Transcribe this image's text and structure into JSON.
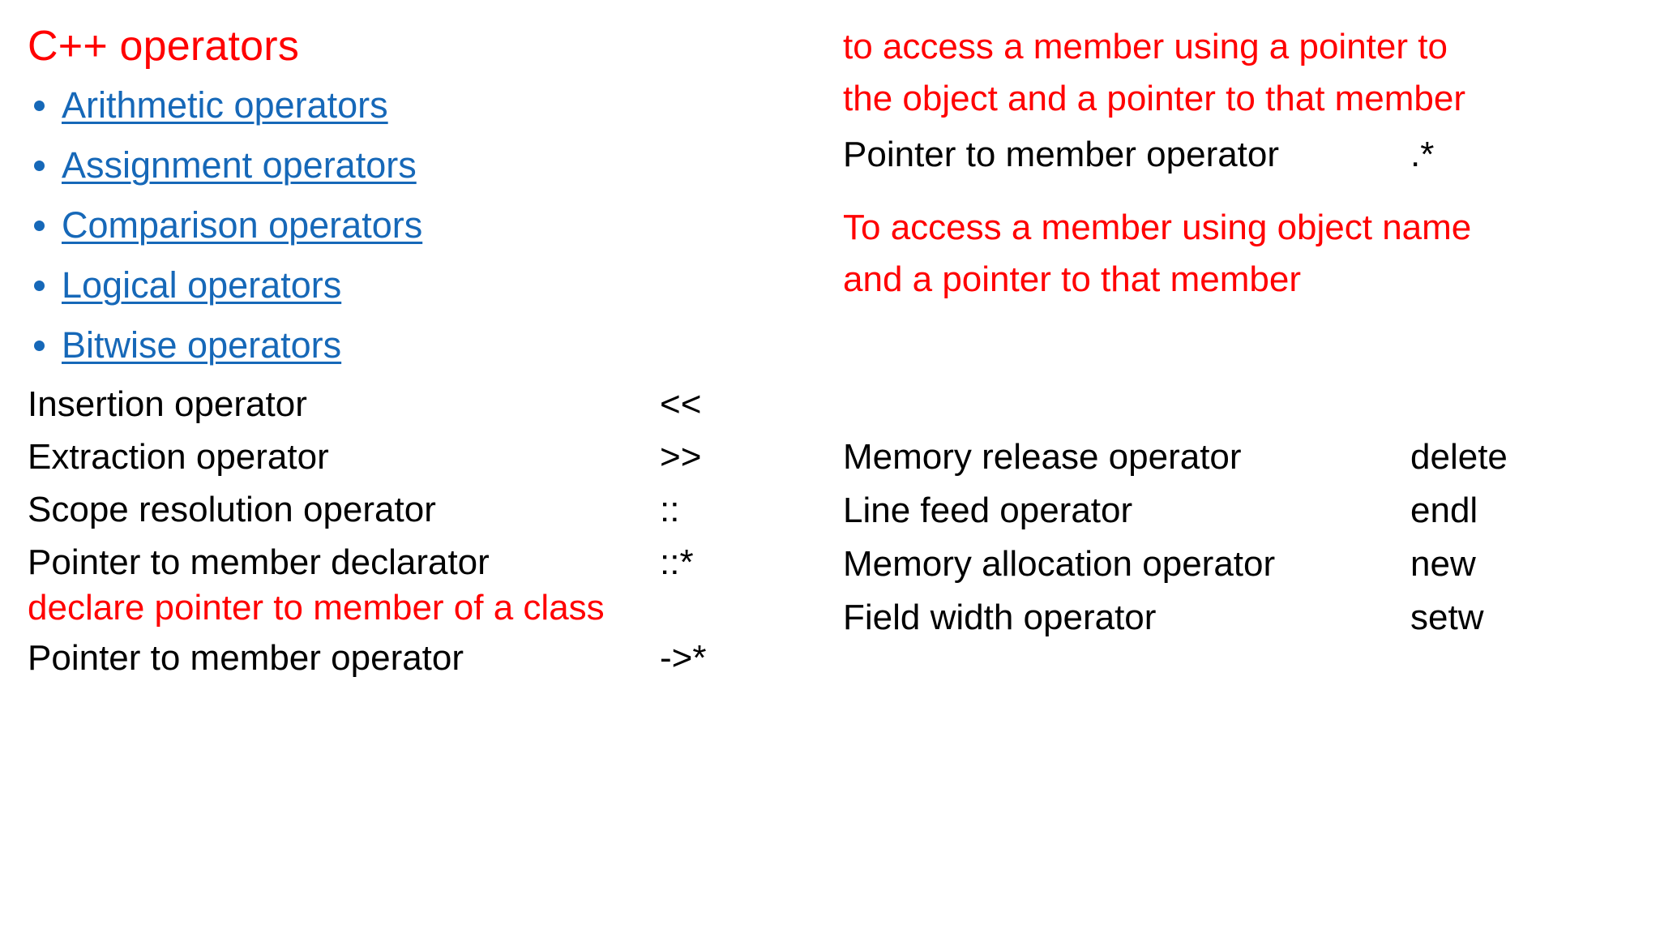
{
  "slide": {
    "title": "C++ operators",
    "title_color": "#FF0000",
    "link_color": "#1668B8",
    "text_color": "#000000",
    "note_color": "#FF0000",
    "background": "#FFFFFF"
  },
  "left": {
    "links": [
      {
        "label": "Arithmetic operators"
      },
      {
        "label": "Assignment operators"
      },
      {
        "label": "Comparison operators"
      },
      {
        "label": "Logical operators"
      },
      {
        "label": "Bitwise operators"
      }
    ],
    "operators": [
      {
        "name": "Insertion operator",
        "symbol": "<<"
      },
      {
        "name": "Extraction operator",
        "symbol": ">>"
      },
      {
        "name": "Scope resolution operator",
        "symbol": "::"
      },
      {
        "name": "Pointer to member declarator",
        "symbol": "::*"
      }
    ],
    "declarator_note": "declare pointer to member of a class",
    "last_operator": {
      "name": "Pointer to member operator",
      "symbol": "->*"
    }
  },
  "right": {
    "note_arrow_star": {
      "line1": "to access a member using a pointer to",
      "line2": "the object and a pointer to that member"
    },
    "dot_star_operator": {
      "name": "Pointer to member operator",
      "symbol": ".*"
    },
    "note_dot_star": {
      "line1": "To access a member using object name",
      "line2": "and a pointer to that member"
    },
    "operators": [
      {
        "name": "Memory release operator",
        "symbol": "delete"
      },
      {
        "name": "Line feed operator",
        "symbol": "endl"
      },
      {
        "name": "Memory allocation operator",
        "symbol": "new"
      },
      {
        "name": "Field width operator",
        "symbol": "setw"
      }
    ]
  }
}
